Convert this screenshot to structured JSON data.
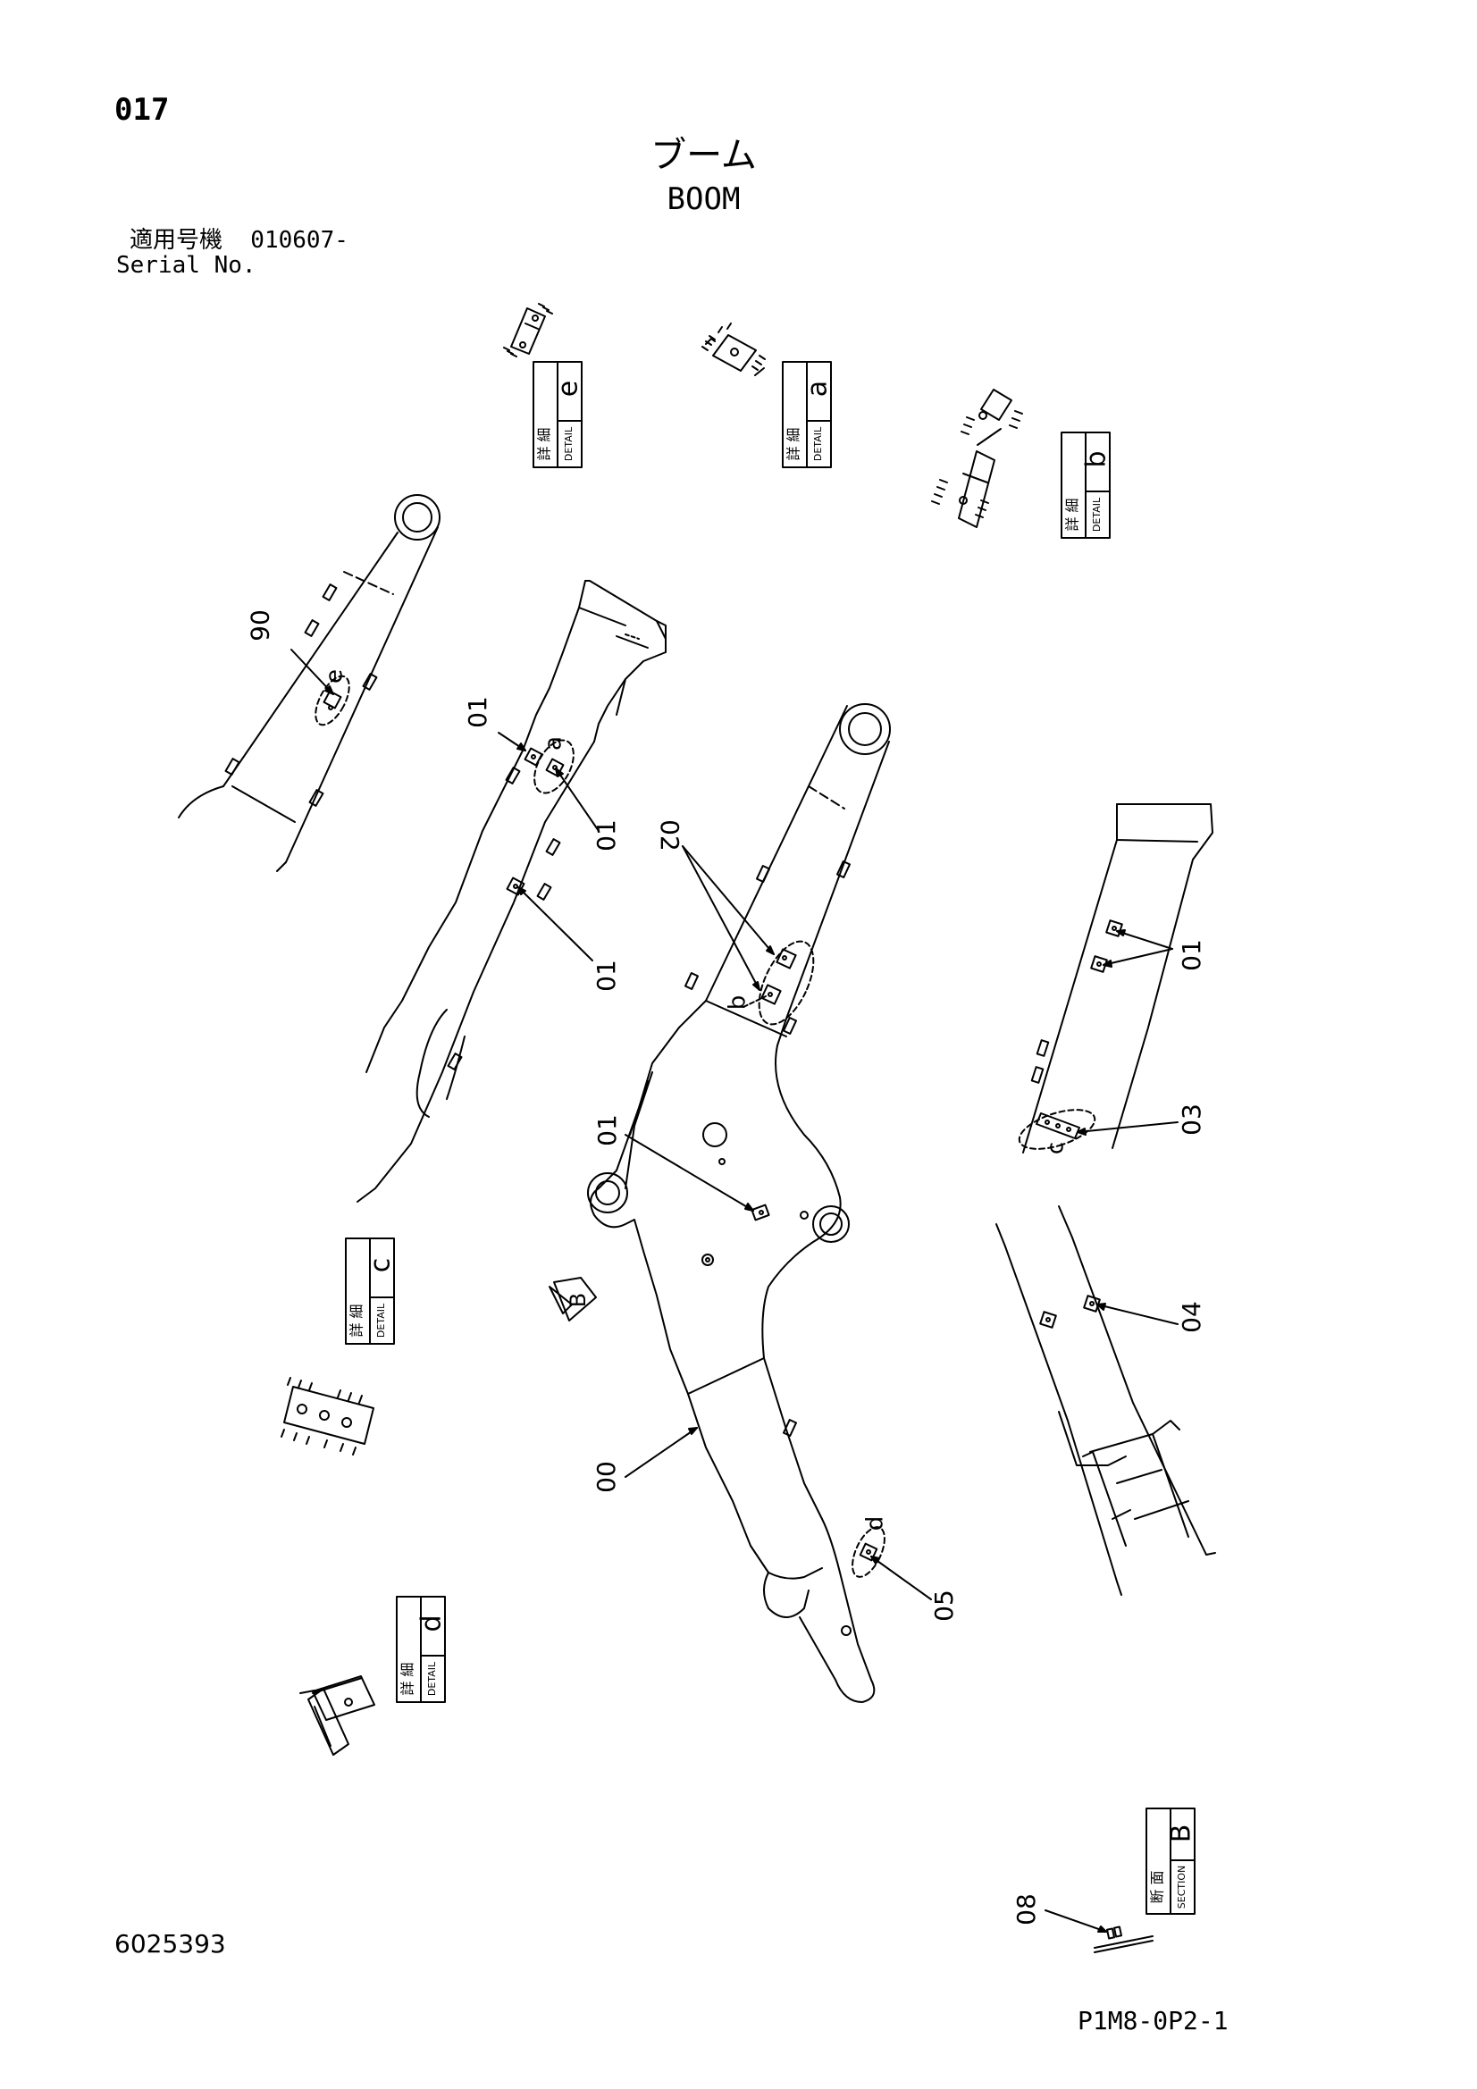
{
  "header": {
    "page_number": "017",
    "title_jp": "ブーム",
    "title_en": "BOOM",
    "serial_label_jp": "適用号機  010607-",
    "serial_label_en": "Serial No."
  },
  "detail_boxes": [
    {
      "letter": "e",
      "jp": "詳 細",
      "en": "DETAIL"
    },
    {
      "letter": "a",
      "jp": "詳 細",
      "en": "DETAIL"
    },
    {
      "letter": "b",
      "jp": "詳 細",
      "en": "DETAIL"
    },
    {
      "letter": "c",
      "jp": "詳 細",
      "en": "DETAIL"
    },
    {
      "letter": "d",
      "jp": "詳 細",
      "en": "DETAIL"
    }
  ],
  "section_box": {
    "letter": "B",
    "jp": "断 面",
    "en": "SECTION"
  },
  "view_marker": "B",
  "callouts": {
    "p00": "00",
    "p01": "01",
    "p02": "02",
    "p03": "03",
    "p04": "04",
    "p05": "05",
    "p06": "06",
    "p08": "08"
  },
  "detail_letters": {
    "a": "a",
    "b": "b",
    "c": "c",
    "d": "d",
    "e": "e"
  },
  "footer": {
    "document_number": "6025393",
    "figure_code": "P1M8-0P2-1"
  }
}
